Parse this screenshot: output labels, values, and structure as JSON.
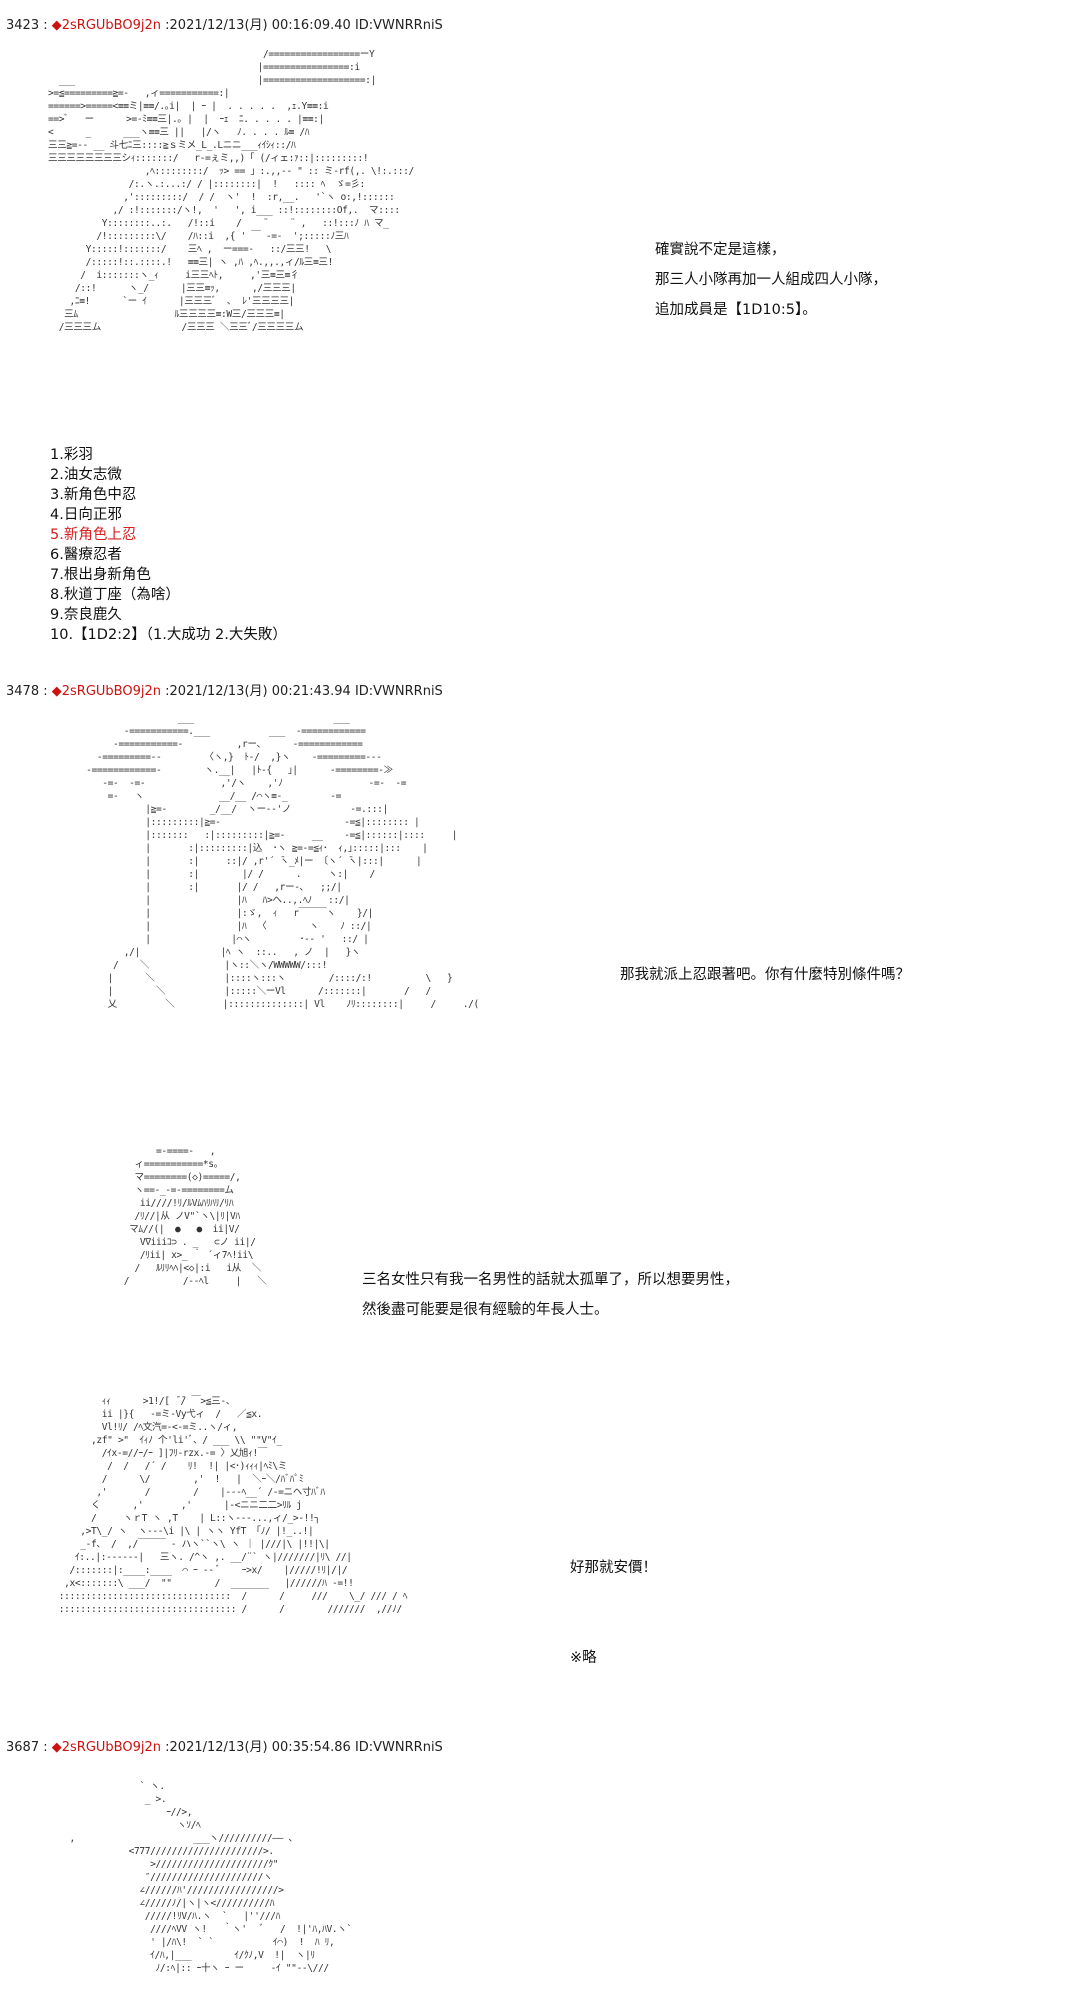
{
  "posts": [
    {
      "number": "3423",
      "sep": ":",
      "name": "2sRGUbBO9j2n",
      "date": ":2021/12/13(月) 00:16:09.40",
      "uid": "ID:VWNRRniS",
      "aa": "                                        /=================ーY\n                                       |================:i\n  ___                                  |===================:|\n>=≦=========≧=-   ,ィ===========:|\n======>=====<≡≡ミ|≡≡/.｡i|  | ｰ |  . . . . .  ,ｪ.Y≡≡:i\n==>ﾞ   ー      >=-ﾐ≡≡三|.｡ |  |  ｰｪ  ﾆ. . . . . |≡≡:|\n<      _      ___ヽ≡≡三 ||   |/ヽ   ﾉ. . . . ﾙ≡ /ﾊ\n三三≧=-- __ 斗七ﾆ三::::≧ｓミメ_L_.Lニニ___ｨｲｼｨ::/ﾊ\n三三三三三三三三シｨ:::::::/   r-=ぇミ,,)「 (/ィェ:ｧ::|:::::::::!\n                  ,ﾍ:::::::::/  ｯ> == 」:.,,-- \" :: ミ-rf(,. \\!:.:::/\n               /:.ヽ.:...:/ / |::::::::|  !   :::: ﾍ  ゞ=彡:\n              ,':::::::::/  / /  ヽ'  !  :r,__.   '`ヽ o:,!::::::\n            ,/ :!:::::::/ヽ!,  '   ', i___ ::!::::::::Of,.  マ::::\n          Y::::::::..:.   /!::i    /    ¨    ¨ ,   ::!:::ﾉ ﾊ マ_\n         /!:::::::::\\/    /ﾊ::i  ,{ ' ￣ -=-  ';:::::ﾉ三ﾊ\n       Y:::::!:::::::/    三ﾍ ,  ー===-   ::/三三!   \\\n       /:::::!::.::::.!   ≡≡三| ヽ ,ﾊ ,ﾍ.,,.,ィ/ﾙ三≡三!\n      /  i:::::::ヽ_ｨ     i三三ﾍﾄ,     ,'三≡三≡彳\n     /::!      ヽ_/      |三三≡ｯ,      ,/三三三|\n    ,ﾆ≡!      `ー ｲ      |三三三ﾞ  ､  ﾚ'三三三三|\n   三ﾑ                  ﾙ三三三三≡:W三/三三三≡|\n  /三三三ム               /三三三 ＼三三ﾞ/三三三三ム",
      "dialogue": [
        "確實說不定是這樣，",
        "那三人小隊再加一人組成四人小隊，",
        "追加成員是【1D10:5】。"
      ],
      "list": [
        {
          "text": "1.彩羽",
          "hl": false
        },
        {
          "text": "2.油女志微",
          "hl": false
        },
        {
          "text": "3.新角色中忍",
          "hl": false
        },
        {
          "text": "4.日向正邪",
          "hl": false
        },
        {
          "text": "5.新角色上忍",
          "hl": true
        },
        {
          "text": "6.醫療忍者",
          "hl": false
        },
        {
          "text": "7.根出身新角色",
          "hl": false
        },
        {
          "text": "8.秋道丁座（為啥）",
          "hl": false
        },
        {
          "text": "9.奈良鹿久",
          "hl": false
        },
        {
          "text": "10.【1D2:2】（1.大成功  2.大失敗）",
          "hl": false
        }
      ]
    },
    {
      "number": "3478",
      "sep": ":",
      "name": "2sRGUbBO9j2n",
      "date": ":2021/12/13(月) 00:21:43.94",
      "uid": "ID:VWNRRniS",
      "aa1": "                    ___                          ___\n          -===========.___           ___  -============\n        -===========-          ,rー、     -============\n     -=========--        〈ヽ,}  ﾄ-/  ,}ヽ    -=========---\n   -============-        ヽ.__|   |ﾄ-{   ｣|      -========-≫\n      -=-  -=-              ,'/ヽ    ,'ﾉ                -=-  -=\n       =-   ヽ              __/__ /⌒ヽ≡-_        -=\n              |≧=-        _/__/  ヽー--'ノ           -=.:::|\n              |:::::::::|≧=-                       -=≦|:::::::: |\n              |:::::::   :|:::::::::|≧=-     __    -=≦|::::::|::::     |\n              |       :|:::::::::|込  ･ヽ ≧=-=≦ｨ･  ｨ,｣:::::|:::    |\n              |       :|     ::|/ ,r'´ ̄ヽ_ﾒ|ー 〔ヽ´ ̄ヽ|:::|      |\n              |       :|        |/ /      .     ヽ:|    /\n              |       :|       |/ /   ,rー-､   ;;/|\n              |                |ﾊ   ﾊ>ヘ..,.ﾍﾉ   ::/|\n              |                |:ゞ,  ｨ   r￣￣￣ヽ    }/|\n              |                |ﾊ  〈        ヽ    ﾉ ::/|\n              |               |⌒ヽ         ･-- '   ::/ |\n          ,/|               |ﾍ ヽ  ::..   , ノ  |   }ヽ\n        /    ＼              |ヽ::＼ヽ/WWWWW/:::!\n       |      ＼             |::::ヽ:::ヽ        /::::/:!          \\   }\n       |        ＼           |:::::＼ーVl      /:::::::|       /   /\n       乂         ＼         |::::::::::::::| Vl    ﾉﾘ::::::::|     /     ./(",
      "aa2": "                =-====-   ,\n            ィ===========*s。\n            マ========(◇)=====/,\n            ヽ==-_-=-========ム\n             ii////!ﾘ/ﾙVﾑﾊﾘﾊﾘ/ﾘﾊ\n            /ﾘ//|从 ノV\"`ヽ\\|ﾘ|Vﾊ\n           マﾑ//(|  ●   ●  ii|V/\n             V∇iiiｺ⊃ . _   ⊂ノ ii|/\n             /ﾘii| x>_ ｀ ´ィ7ﾍ!ii\\\n            /   ﾙﾘﾘﾍﾍ|<◇|:i   i从  ＼\n          /          /--ﾍl     |   ＼",
      "aa3": "          ｨｨ      >1!/[ ̄ ̄/ ￣>≦三-、\n          ii |}{   -=ミ-Vy弋ィ  /   ／≦x.\n          Vl!ﾘ/ /ﾍ文汽=-<-=ミ..ヽ/ィ,\n        ,zf\" >\"  ｲｨﾉ 个'li'ﾞ、/ ___ \\\\ \"\"V\"ｲ_\n          /ｲx-=//ｰ/ｰ ]|ﾌﾘ-rzx.-= 〉乂旭ｨ!￣\n           /  /   /´ /    ﾘ!  !| |<･)ｨｨｨ|ﾍﾐ\\ミ\n          /      \\/        ,'  !   |  ＼ｰ＼/ﾊﾞﾊﾟﾐ\n         ,'       /        /    |---ﾍ__´ /-=ニヘ寸ﾊﾞﾊ\n        く      ,'       ,'      |-<ニニ二二>ﾘﾙ j\n        /     ヽｒT ヽ ,T    | L::ヽ---...,ィ/_>-!!┐\n      ,>T\\_/ ヽ  ヽ---\\i |\\ | ヽヽ YfT 「ﾉ/ |!_..!|\n      _-f、 /  ,/￣￣￣ - ハヽ``ヽ\\ ヽ ｜ |///|\\ |!!|\\|\n     ｲ:..|:-‐----|   三ヽ. /^ヽ ,. __/¨` ヽ|///////|ﾘ\\ //|\n    /:::::::|:____:____  ⌒ ｰ -- ﾞ    ｰ>x/    |/////!ﾘ|/|/\n   ,x<:::::::\\ ___/  \"\"        /  _______   |//////ﾊ -=!!\n  ::::::::::::::::::::::::::::::::  /      /     ///    \\_/ /// / ﾍ\n  ::::::::::::::::::::::::::::::::: /      /        ///////  ,//ﾉ/",
      "dialogue1": [
        "那我就派上忍跟著吧。你有什麼特別條件嗎？"
      ],
      "dialogue2": [
        "三名女性只有我一名男性的話就太孤單了，所以想要男性，",
        "然後盡可能要是很有經驗的年長人士。"
      ],
      "dialogue3": [
        "好那就安價！"
      ],
      "dialogue4": [
        "※略"
      ]
    },
    {
      "number": "3687",
      "sep": ":",
      "name": "2sRGUbBO9j2n",
      "date": ":2021/12/13(月) 00:35:54.86",
      "uid": "ID:VWNRRniS",
      "aa": "                 ` ヽ.\n                  _ >.\n                      ｰ//>,\n                        ヽｿ/ﾍ\n    ,                      ___ヽ//////////―― 、\n               <777/////////////////////>.\n                   >/////////////////////ｸ\"\n                  ″/////////////////////ヽ\n                 ∠//////ﾊ'/////////////////>\n                 ∠/////ﾉ/|ヽ|ヽ<//////////ﾊ\n                  /////!ﾘV/ﾊ.ヽ  `   |''///ﾊ\n                   ////ﾍVV ヽ!   ｀ヽ'   ﾞ   /  !|'ﾊ,ﾊV.ヽ`\n                   ' |/ﾊ\\!  ` `           ｲ⌒)  !  ﾊ ﾘ,\n                   ｲ/ﾊ,|___        ｲ/ｸﾉ,V  !|  ヽ|ﾘ\n                    ﾉ/:ﾍ|:: ｰ十ヽ ｰ ー     -ｲ \"\"--\\///"
    }
  ]
}
